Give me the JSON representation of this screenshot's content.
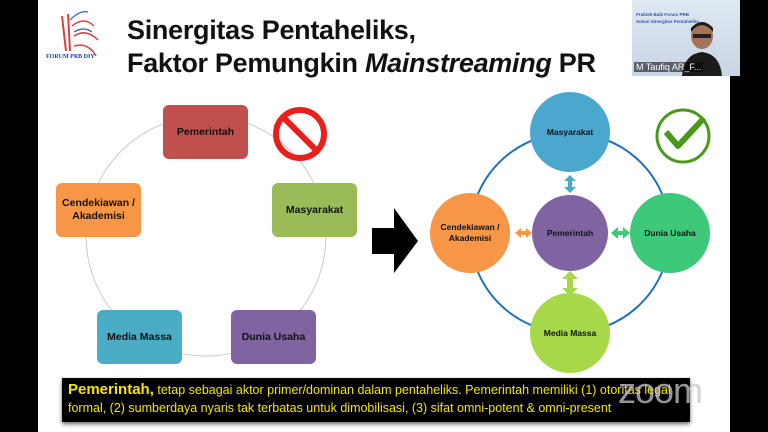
{
  "logo": {
    "text": "FORUM PRB DIY"
  },
  "title": {
    "line1": "Sinergitas Pentaheliks,",
    "line2_prefix": "Faktor Pemungkin ",
    "line2_italic": "Mainstreaming",
    "line2_suffix": " PR"
  },
  "left_diagram": {
    "boxes": [
      {
        "label": "Pemerintah",
        "color": "#c0504d"
      },
      {
        "label": "Masyarakat",
        "color": "#9bbb59"
      },
      {
        "label": "Dunia Usaha",
        "color": "#8064a2"
      },
      {
        "label": "Media Massa",
        "color": "#4bacc6"
      },
      {
        "label": "Cendekiawan / Akademisi",
        "color": "#f79646"
      }
    ]
  },
  "right_diagram": {
    "center": {
      "label": "Pemerintah",
      "color": "#8064a2"
    },
    "top": {
      "label": "Masyarakat",
      "color": "#4aa8cf"
    },
    "right": {
      "label": "Dunia Usaha",
      "color": "#3ec87a"
    },
    "bottom": {
      "label": "Media Massa",
      "color": "#a6d84a"
    },
    "left": {
      "label": "Cendekiawan / Akademisi",
      "color": "#f79646"
    }
  },
  "caption": {
    "bold": "Pemerintah,",
    "text": " tetap sebagai aktor primer/dominan dalam pentaheliks. Pemerintah memiliki (1) otoritas legal formal, (2) sumberdaya nyaris tak terbatas untuk dimobilisasi, (3) sifat omni-potent & omni-present"
  },
  "watermark": "zoom",
  "video": {
    "name": "M Taufiq AR_F...",
    "slide_line1": "Praktek Baik Forum PRB",
    "slide_line2": "Solusi Sinergitas Pentaheliks"
  }
}
